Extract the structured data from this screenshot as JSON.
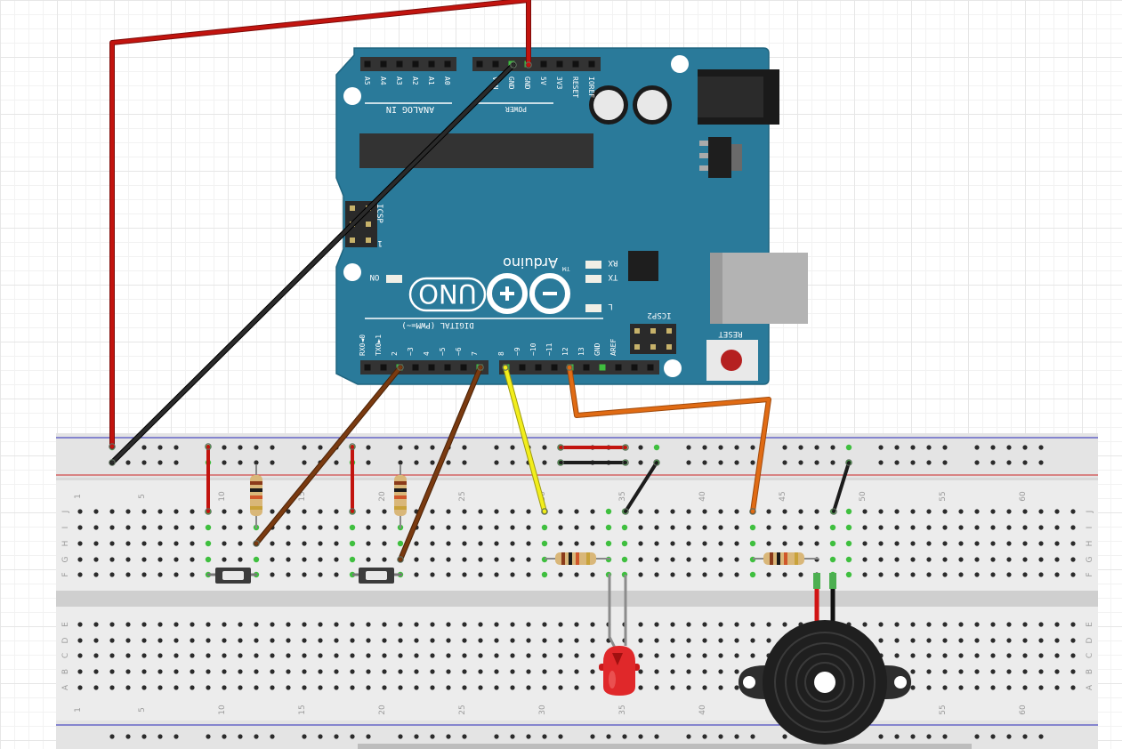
{
  "arduino": {
    "brand": "Arduino",
    "trademark": "TM",
    "model": "UNO",
    "analog_header_label": "ANALOG IN",
    "power_header_label": "POWER",
    "digital_header_label": "DIGITAL (PWM=~)",
    "icsp_label": "ICSP",
    "icsp2_label": "ICSP2",
    "icsp_pin1": "1",
    "on_label": "ON",
    "rx_label": "RX",
    "tx_label": "TX",
    "l_label": "L",
    "reset_label": "RESET",
    "analog_pins": [
      "A5",
      "A4",
      "A3",
      "A2",
      "A1",
      "A0"
    ],
    "power_pins": [
      "VIN",
      "GND",
      "GND",
      "5V",
      "3V3",
      "RESET",
      "IOREF"
    ],
    "digital_pins": [
      "RX0◄0",
      "TX0►1",
      "2",
      "~3",
      "4",
      "~5",
      "~6",
      "7",
      "8",
      "~9",
      "~10",
      "~11",
      "12",
      "13",
      "GND",
      "AREF"
    ]
  },
  "breadboard": {
    "columns_upper": [
      "1",
      "5",
      "10",
      "15",
      "20",
      "25",
      "30",
      "35",
      "40",
      "45",
      "50",
      "55",
      "60"
    ],
    "columns_lower": [
      "1",
      "5",
      "10",
      "15",
      "20",
      "25",
      "30",
      "35",
      "40",
      "45",
      "50",
      "55",
      "60"
    ],
    "rows_top": [
      "J",
      "I",
      "H",
      "G",
      "F"
    ],
    "rows_bottom": [
      "E",
      "D",
      "C",
      "B",
      "A"
    ]
  },
  "colors": {
    "board": "#2a7a9a",
    "wire_red": "#c2140f",
    "wire_black": "#1c1c1c",
    "wire_brown": "#7a3a10",
    "wire_yellow": "#f2ee1c",
    "wire_orange": "#e06b14",
    "hole_active": "#3fbf3f"
  }
}
